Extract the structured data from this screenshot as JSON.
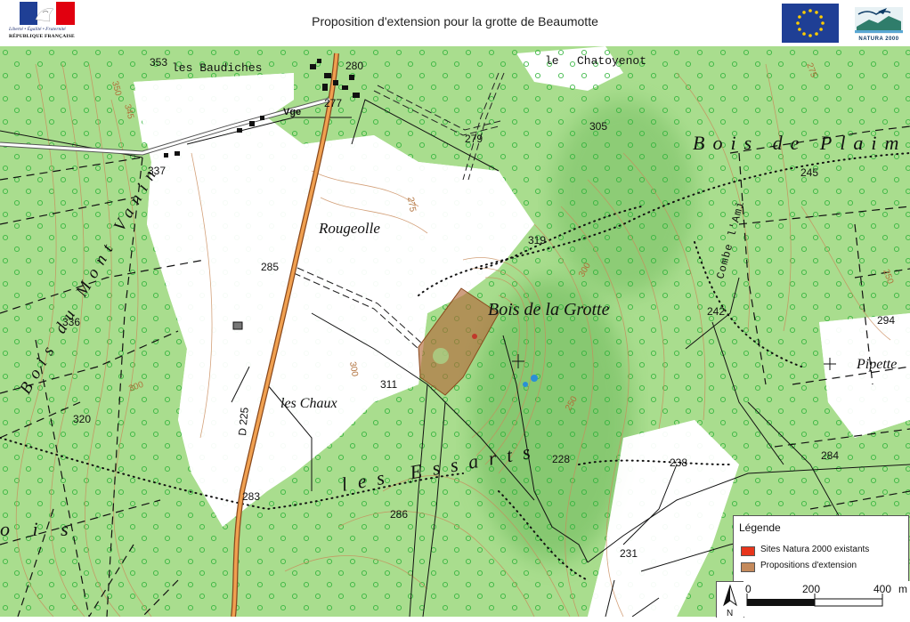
{
  "header": {
    "title": "Proposition d'extension pour la grotte de Beaumotte",
    "republique_motto": "Liberté • Égalité • Fraternité",
    "republique_name": "RÉPUBLIQUE FRANÇAISE",
    "natura_logo_text": "NATURA 2000"
  },
  "map": {
    "labels": {
      "baudiches": "les Baudiches",
      "chatoyenot": "Chatoyenot",
      "le": "le",
      "vge": "Vge",
      "rougeolle": "Rougeolle",
      "bois_plaim": "Bois de Plaim",
      "combe_ami": "Combe l'Ami",
      "bois_grotte": "Bois de la Grotte",
      "bois_mont_vanin": "Bois du Mont Vanin",
      "les_chaux": "les Chaux",
      "les_essarts": "les Essarts",
      "pipette": "Pipette",
      "road": "D 225",
      "bois_left": "Bois",
      "ois_bottom": "o i s"
    },
    "elevations": {
      "e353": "353",
      "e280": "280",
      "e277": "277",
      "e279": "279",
      "e305": "305",
      "e245": "245",
      "e337": "337",
      "e319": "319",
      "e285": "285",
      "e242": "242",
      "e294": "294",
      "e336": "336",
      "e311": "311",
      "e320": "320",
      "e228": "228",
      "e238": "238",
      "e284": "284",
      "e283": "283",
      "e286": "286",
      "e231": "231",
      "c350": "350",
      "c345": "345",
      "c275": "275",
      "c300": "300",
      "c300b": "300",
      "c250": "250",
      "c275b": "275",
      "c250b": "250",
      "c300c": "300"
    }
  },
  "legend": {
    "title": "Légende",
    "items": [
      {
        "label": "Sites Natura 2000 existants",
        "color": "#e8351c"
      },
      {
        "label": "Propositions d'extension",
        "color": "#c48a5c"
      }
    ]
  },
  "scale": {
    "ticks": [
      "0",
      "200",
      "400"
    ],
    "unit": "m",
    "north_label": "N"
  },
  "colors": {
    "forest": "#a9dd8e",
    "forest_dark": "#7fcc6a",
    "open": "#ffffff",
    "contour": "#c98a5a",
    "road": "#e08a3a",
    "extension": "#b46a3c"
  }
}
